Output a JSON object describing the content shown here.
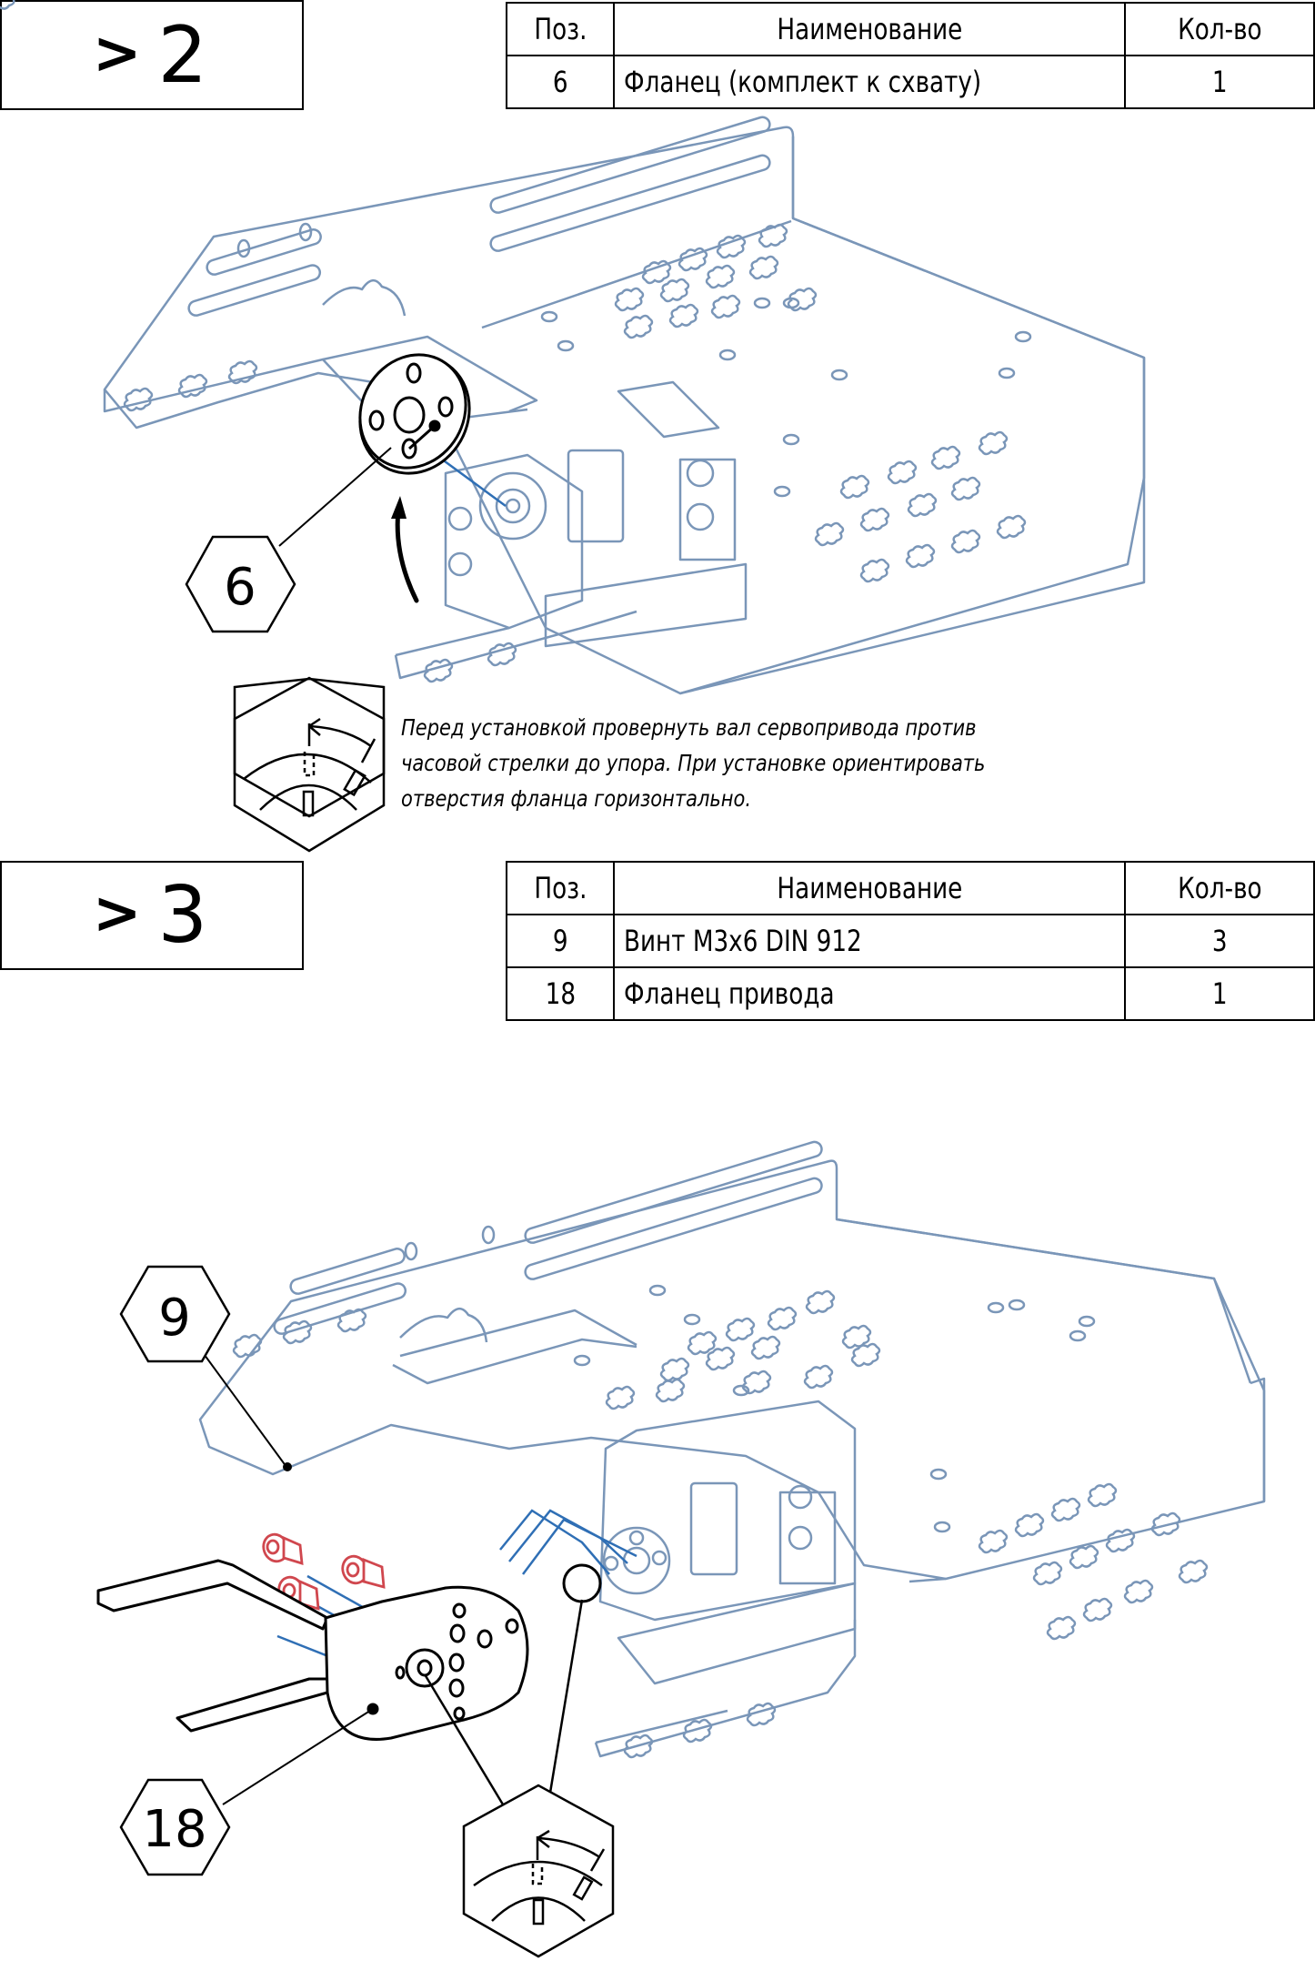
{
  "colors": {
    "line_black": "#000000",
    "part_blue": "#7a96b8",
    "guide_blue": "#2f6fb5",
    "screw_red": "#d0474e"
  },
  "steps": [
    {
      "number_label": ">2",
      "step_prefix": ">",
      "step_number": "2",
      "table": {
        "headers": [
          "Поз.",
          "Наименование",
          "Кол-во"
        ],
        "rows": [
          {
            "pos": "6",
            "name": "Фланец (комплект к схвату)",
            "qty": "1"
          }
        ]
      },
      "callouts": [
        {
          "label": "6",
          "part": "flange"
        }
      ],
      "note": {
        "icon": "servo-rotation-icon",
        "lines": [
          "Перед установкой провернуть вал сервопривода против",
          "часовой стрелки до упора. При установке ориентировать",
          "отверстия фланца горизонтально."
        ]
      }
    },
    {
      "number_label": ">3",
      "step_prefix": ">",
      "step_number": "3",
      "table": {
        "headers": [
          "Поз.",
          "Наименование",
          "Кол-во"
        ],
        "rows": [
          {
            "pos": "9",
            "name": "Винт M3x6 DIN 912",
            "qty": "3"
          },
          {
            "pos": "18",
            "name": "Фланец привода",
            "qty": "1"
          }
        ]
      },
      "callouts": [
        {
          "label": "9",
          "part": "screw"
        },
        {
          "label": "18",
          "part": "drive-flange"
        }
      ],
      "detail_icon": "servo-rotation-icon"
    }
  ]
}
